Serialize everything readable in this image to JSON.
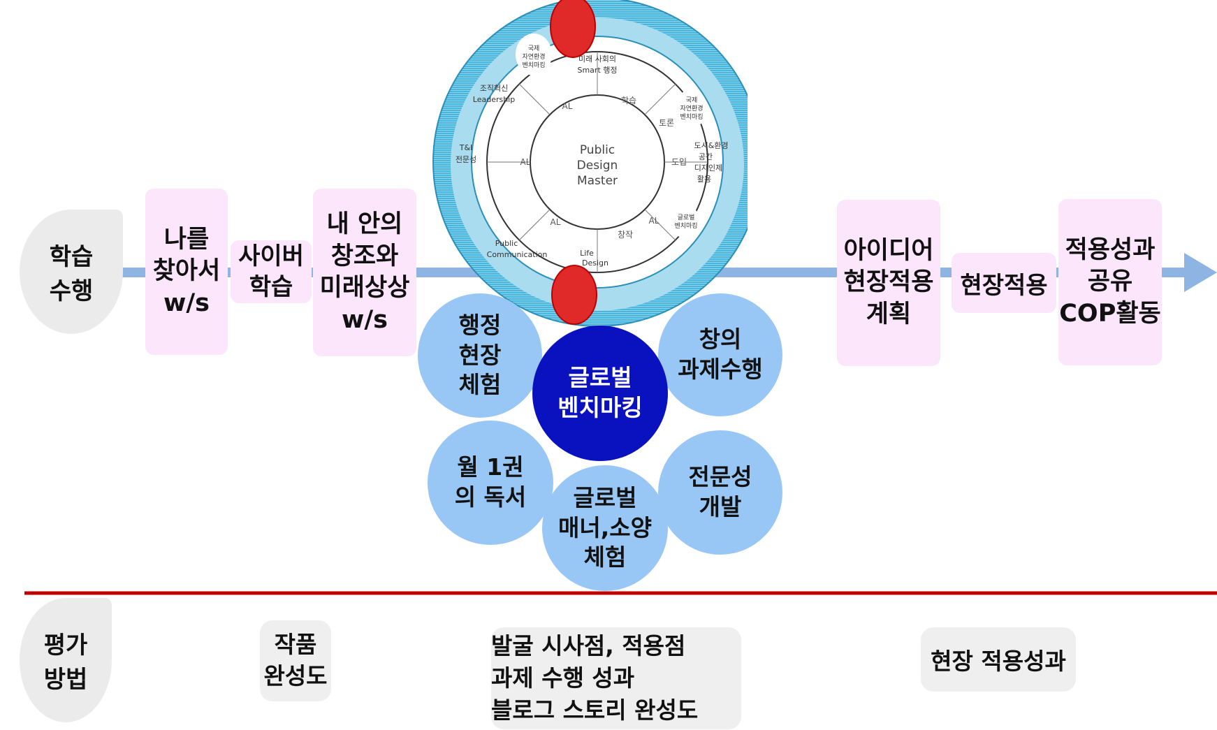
{
  "stage_label": "학습\n수행",
  "eval_label": "평가\n방법",
  "steps": {
    "find_me": "나를\n찾아서\nw/s",
    "cyber": "사이버\n학습",
    "inner": "내 안의\n창조와\n미래상상\nw/s",
    "idea": "아이디어\n현장적용\n계획",
    "field": "현장적용",
    "share": "적용성과\n공유\nCOP활동"
  },
  "bubbles": {
    "admin": "행정\n현장\n체험",
    "creative": "창의\n과제수행",
    "global_bench": "글로벌\n벤치마킹",
    "reading": "월 1권\n의 독서",
    "expertise": "전문성\n개발",
    "manner": "글로벌\n매너,소양\n체험"
  },
  "evaluations": {
    "work": "작품\n완성도",
    "discovery": "발굴 시사점, 적용점\n과제 수행 성과\n블로그 스토리 완성도",
    "field_result": "현장 적용성과"
  },
  "wheel": {
    "center": [
      "Public",
      "Design",
      "Master"
    ],
    "outer_labels": {
      "smart": [
        "미래 사회의",
        "Smart 행정"
      ],
      "leadership": [
        "조직혁신",
        "Leadership"
      ],
      "ti": [
        "T&I",
        "전문성"
      ],
      "public_comm": [
        "Public",
        "Communication"
      ],
      "life_design": [
        "Life",
        "Design"
      ],
      "city": [
        "도시&환경",
        "공간",
        "디자인제",
        "활용"
      ],
      "bench1": [
        "국제",
        "자연환경",
        "벤치마킹"
      ],
      "bench2": [
        "국제",
        "자연환경",
        "벤치마킹"
      ],
      "bench3": [
        "글로벌",
        "벤치마킹"
      ]
    },
    "inner_labels": [
      "AL",
      "AL",
      "AL",
      "AL",
      "학습",
      "토론",
      "도입",
      "창작"
    ]
  },
  "colors": {
    "arrow": "#8db4e2",
    "red_line": "#c00000",
    "bubble": "#99c7f5",
    "bubble_center": "#0a12c0",
    "pink_box": "#fbe6fb",
    "ring_blue": "#48b6dc",
    "ring_pale": "#a9dcee"
  }
}
